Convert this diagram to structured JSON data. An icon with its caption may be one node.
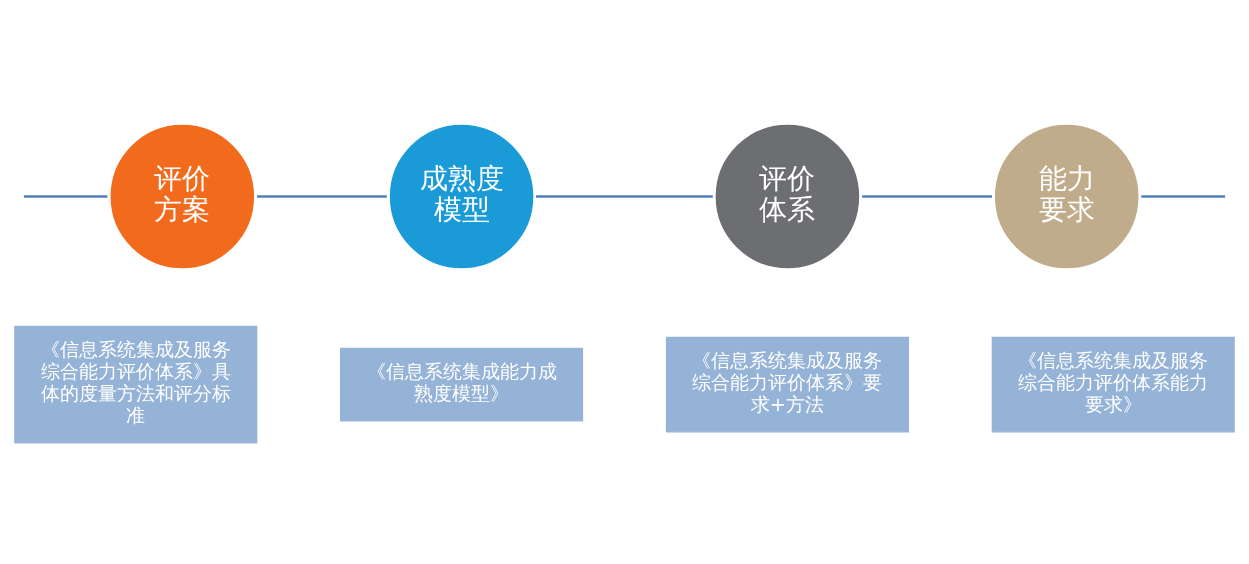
{
  "diagram": {
    "nodes": [
      {
        "text": [
          "评价方案"
        ]
      },
      {
        "text": [
          "成熟度模型"
        ]
      },
      {
        "text": [
          "评价体系"
        ]
      },
      {
        "text": [
          "能力要求"
        ]
      },
      {
        "text": [
          "《信息系统集成及服务综合能力评价体系》具体的度量方法和评分标准"
        ]
      },
      {
        "text": [
          "《信息系统集成能力成熟度模型》"
        ]
      },
      {
        "text": [
          "《信息系统集成及服务综合能力评价体系》要求+方法"
        ]
      },
      {
        "text": [
          "《信息系统集成及服务综合能力评价体系能力要求》"
        ]
      }
    ],
    "edges": [
      {
        "from": null,
        "to": 0,
        "arrow": "none"
      },
      {
        "from": 0,
        "to": 1,
        "arrow": "none"
      },
      {
        "from": 1,
        "to": 2,
        "arrow": "none"
      },
      {
        "from": 2,
        "to": 3,
        "arrow": "none"
      },
      {
        "from": 3,
        "to": null,
        "arrow": "none"
      }
    ]
  }
}
